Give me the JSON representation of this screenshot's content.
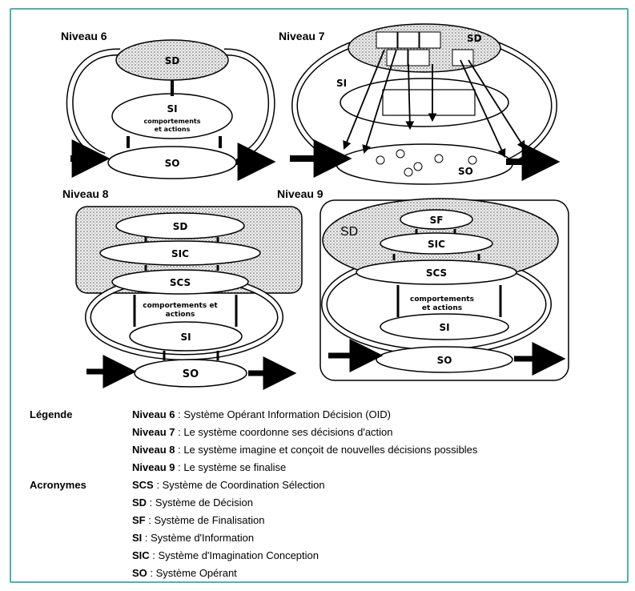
{
  "diagrams": {
    "level6": {
      "title": "Niveau 6",
      "sd": "SD",
      "si": "SI",
      "note_line1": "comportements",
      "note_line2": "et actions",
      "so": "SO"
    },
    "level7": {
      "title": "Niveau 7",
      "sd": "SD",
      "si": "SI",
      "so": "SO"
    },
    "level8": {
      "title": "Niveau 8",
      "sd": "SD",
      "sic": "SIC",
      "scs": "SCS",
      "note_line1": "comportements et",
      "note_line2": "actions",
      "si": "SI",
      "so": "SO"
    },
    "level9": {
      "title": "Niveau 9",
      "sd": "SD",
      "sf": "SF",
      "sic": "SIC",
      "scs": "SCS",
      "note_line1": "comportements",
      "note_line2": "et actions",
      "si": "SI",
      "so": "SO"
    }
  },
  "legend": {
    "heading": "Légende",
    "items": [
      {
        "key": "Niveau 6",
        "text": " : Système Opérant Information Décision (OID)"
      },
      {
        "key": "Niveau 7",
        "text": " : Le système coordonne ses décisions d'action"
      },
      {
        "key": "Niveau 8",
        "text": " : Le système imagine et conçoit de nouvelles décisions possibles"
      },
      {
        "key": "Niveau 9",
        "text": " : Le système se finalise"
      }
    ]
  },
  "acronyms": {
    "heading": "Acronymes",
    "items": [
      {
        "key": "SCS",
        "text": " : Système de Coordination Sélection"
      },
      {
        "key": "SD",
        "text": " : Système de Décision"
      },
      {
        "key": "SF",
        "text": " : Système de Finalisation"
      },
      {
        "key": "SI",
        "text": " : Système d'Information"
      },
      {
        "key": "SIC",
        "text": " : Système d'Imagination Conception"
      },
      {
        "key": "SO",
        "text": " : Système Opérant"
      }
    ]
  }
}
